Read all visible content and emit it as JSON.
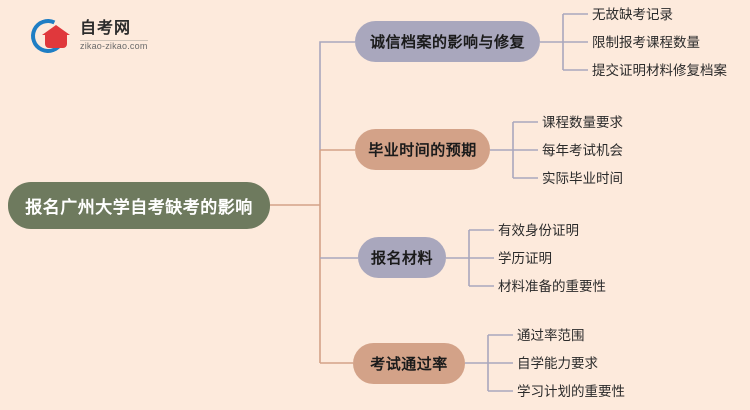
{
  "logo": {
    "name": "自考网",
    "url": "zikao-zikao.com",
    "arc_color": "#1f7ec4",
    "cap_color": "#e0383c"
  },
  "background_color": "#fdeadc",
  "mindmap": {
    "root": {
      "label": "报名广州大学自考缺考的影响",
      "color": "#6e7a5e",
      "text_color": "#ffffff"
    },
    "branches": [
      {
        "label": "诚信档案的影响与修复",
        "color": "#a9a7bd",
        "line_color": "#a9a7bd",
        "leaves": [
          "无故缺考记录",
          "限制报考课程数量",
          "提交证明材料修复档案"
        ]
      },
      {
        "label": "毕业时间的预期",
        "color": "#d3a288",
        "line_color": "#d3a288",
        "leaves": [
          "课程数量要求",
          "每年考试机会",
          "实际毕业时间"
        ]
      },
      {
        "label": "报名材料",
        "color": "#a9a7bd",
        "line_color": "#a9a7bd",
        "leaves": [
          "有效身份证明",
          "学历证明",
          "材料准备的重要性"
        ]
      },
      {
        "label": "考试通过率",
        "color": "#d3a288",
        "line_color": "#d3a288",
        "leaves": [
          "通过率范围",
          "自学能力要求",
          "学习计划的重要性"
        ]
      }
    ]
  }
}
